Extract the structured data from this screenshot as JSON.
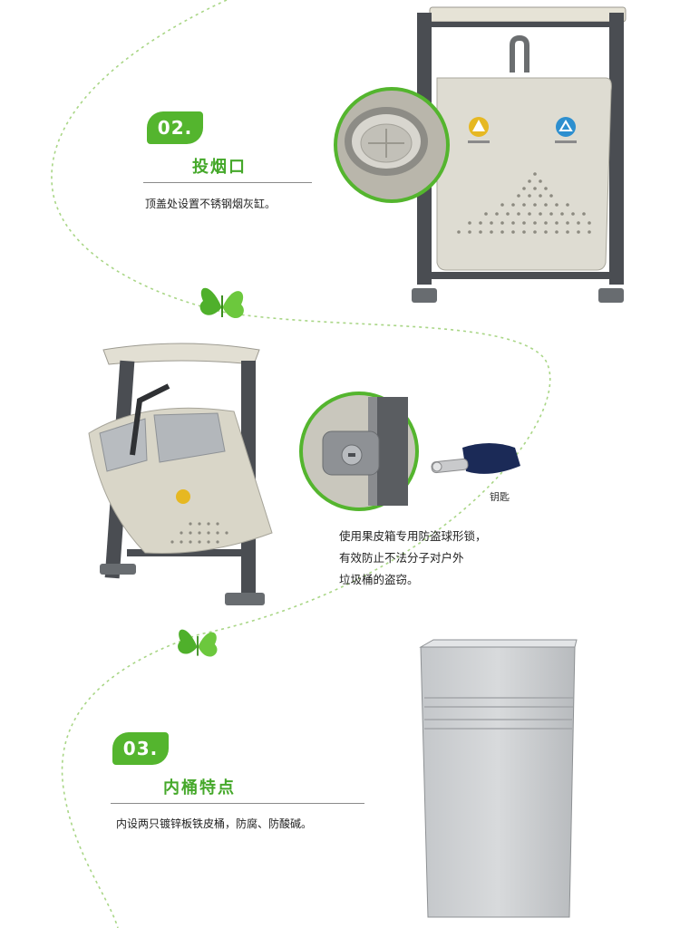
{
  "sections": [
    {
      "badge": "02.",
      "title": "投烟口",
      "desc": "顶盖处设置不锈钢烟灰缸。"
    },
    {
      "badge": "03.",
      "title": "内桶特点",
      "desc": "内设两只镀锌板铁皮桶，防腐、防酸碱。"
    }
  ],
  "lock": {
    "desc_lines": [
      "使用果皮箱专用防盗球形锁，",
      "有效防止不法分子对户外",
      "垃圾桶的盗窃。"
    ],
    "key_label": "钥匙"
  },
  "colors": {
    "accent": "#54b52e",
    "title": "#45a82a",
    "deco": "#a9d686"
  },
  "icons": [
    "butterfly-icon",
    "recycle-icon",
    "non-recyclable-icon"
  ]
}
